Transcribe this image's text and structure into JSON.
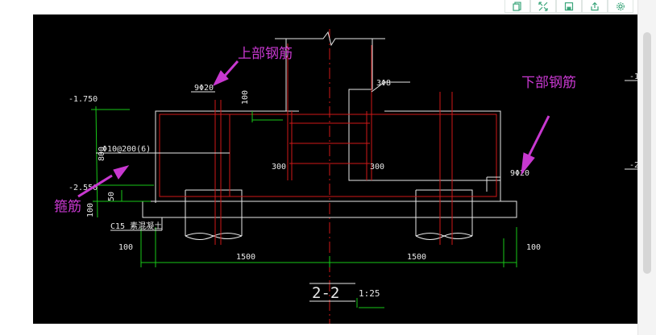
{
  "toolbar": {
    "buttons": [
      {
        "name": "copy-button",
        "icon": "copy-icon"
      },
      {
        "name": "expand-button",
        "icon": "expand-arrows-icon"
      },
      {
        "name": "save-button",
        "icon": "floppy-disk-icon"
      },
      {
        "name": "share-button",
        "icon": "share-icon"
      },
      {
        "name": "settings-button",
        "icon": "gear-icon"
      }
    ]
  },
  "drawing": {
    "annotations": {
      "top_rebar": "上部钢筋",
      "bottom_rebar": "下部钢筋",
      "stirrup": "箍筋"
    },
    "labels": {
      "elev_top": "-1.750",
      "elev_bottom": "-2.550",
      "height_800": "800",
      "dim_50": "50",
      "dim_100_side": "100",
      "rebar_top": "9Φ20",
      "dim_100_top": "100",
      "rebar_3": "3Φ8",
      "stirrup_spec": "Φ10@200(6)",
      "dim_300_left": "300",
      "dim_300_right": "300",
      "rebar_bottom": "9Φ20",
      "concrete": "C15 素混凝土",
      "dim_100_left": "100",
      "dim_1500_left": "1500",
      "dim_1500_right": "1500",
      "dim_100_right": "100",
      "section": "2-2",
      "scale": "1:25",
      "right_edge_top": "-1",
      "right_edge_bottom": "-2"
    }
  },
  "colors": {
    "canvas": "#000000",
    "line": "#e8e8e8",
    "red": "#d01818",
    "green": "#18c818",
    "magenta": "#c838d0"
  }
}
